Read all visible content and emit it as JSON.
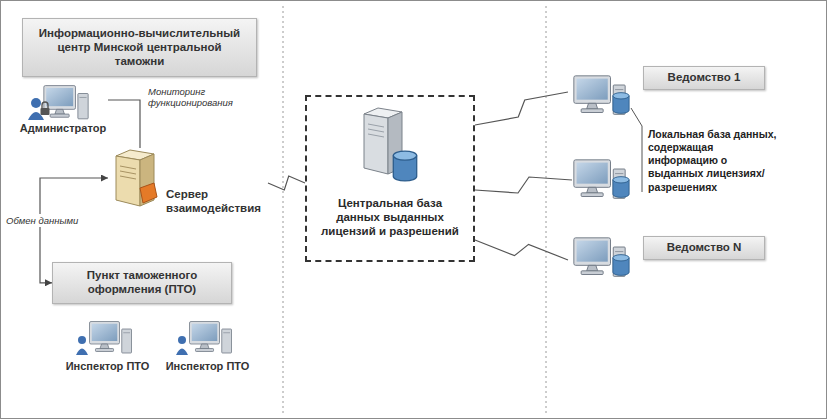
{
  "diagram": {
    "nodes": [
      {
        "text": [
          "Информационно-вычислительный центр Минской центральной таможни"
        ]
      },
      {
        "text": [
          "Администратор"
        ]
      },
      {
        "text": [
          "Сервер взаимодействия"
        ]
      },
      {
        "text": [
          "Пункт таможенного оформления (ПТО)"
        ]
      },
      {
        "text": [
          "Инспектор ПТО"
        ]
      },
      {
        "text": [
          "Инспектор ПТО"
        ]
      },
      {
        "text": [
          "Центральная база данных выданных лицензий и разрешений"
        ]
      },
      {
        "text": [
          "Ведомство 1"
        ]
      },
      {
        "text": [
          "Ведомство N"
        ]
      }
    ],
    "edges": [
      {
        "from": 1,
        "to": 2,
        "arrow": "none",
        "label": "Мониторинг функционирования"
      },
      {
        "from": 2,
        "to": 3,
        "arrow": "both",
        "label": "Обмен данными"
      },
      {
        "from": 2,
        "to": 6,
        "arrow": "none"
      },
      {
        "from": 6,
        "to": 7,
        "arrow": "none"
      },
      {
        "from": 6,
        "to": 8,
        "arrow": "none"
      }
    ],
    "labels": [
      "Локальная база данных, содержащая информацию о выданных лицензиях/разрешениях"
    ]
  }
}
